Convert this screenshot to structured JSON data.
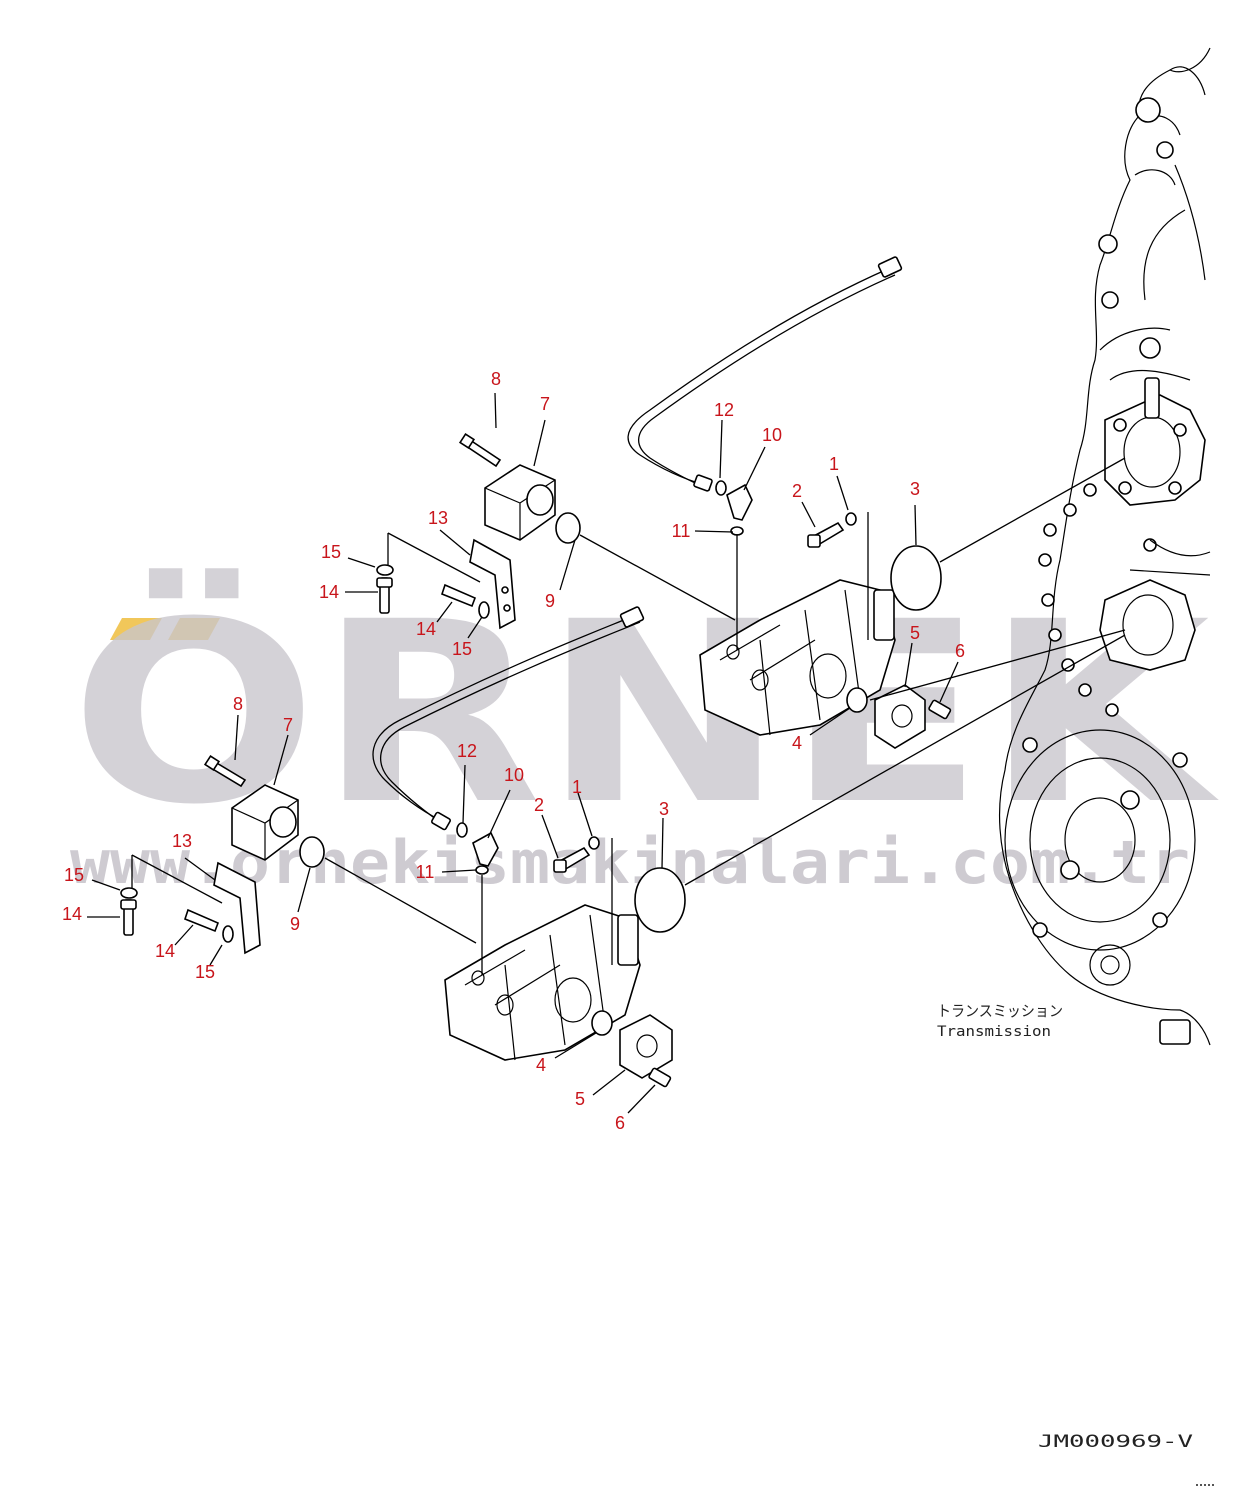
{
  "watermark": {
    "brand": "ÖRNEK",
    "url": "www.orneki̇smakinalari.com.tr",
    "accent_color": "#f1c75a",
    "text_color": "#c9c6cd"
  },
  "callout_color": "#c8151b",
  "callouts": {
    "top": {
      "c1": "1",
      "c2": "2",
      "c3": "3",
      "c4": "4",
      "c5": "5",
      "c6": "6",
      "c7": "7",
      "c8": "8",
      "c9": "9",
      "c10": "10",
      "c11": "11",
      "c12": "12",
      "c13": "13",
      "c14a": "14",
      "c14b": "14",
      "c15a": "15",
      "c15b": "15"
    },
    "bottom": {
      "c1": "1",
      "c2": "2",
      "c3": "3",
      "c4": "4",
      "c5": "5",
      "c6": "6",
      "c7": "7",
      "c8": "8",
      "c9": "9",
      "c10": "10",
      "c11": "11",
      "c12": "12",
      "c13": "13",
      "c14a": "14",
      "c14b": "14",
      "c15a": "15",
      "c15b": "15"
    }
  },
  "transmission_label_jp": "トランスミッション",
  "transmission_label_en": "Transmission",
  "drawing_code": "JM000969-V"
}
